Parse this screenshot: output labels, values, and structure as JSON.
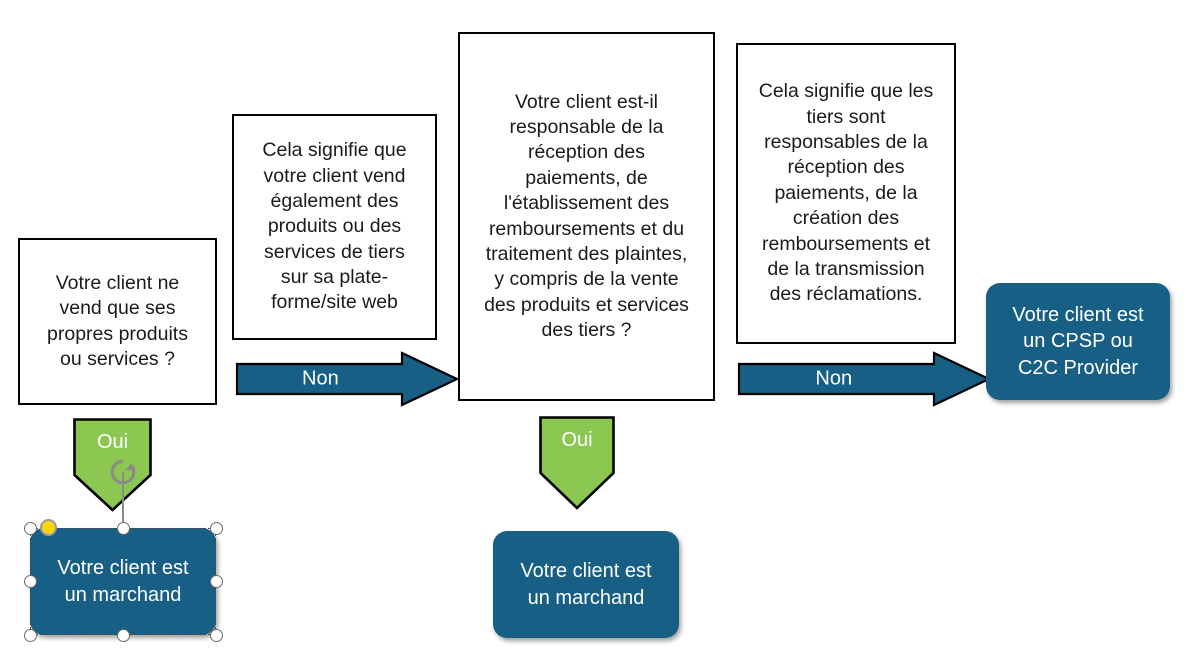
{
  "diagram": {
    "title": "Arbre de decision client - marchand / CPSP",
    "colors": {
      "teal": "#175f84",
      "green": "#8cc751",
      "outline": "#000000",
      "text_dark": "#1b1b1b",
      "text_light": "#ffffff",
      "handle_yellow": "#ffd60a",
      "handle_white": "#ffffff",
      "handle_outline": "#6b6b6b"
    },
    "nodes": [
      {
        "id": "q1",
        "kind": "question-box",
        "text": "Votre client ne\nvend que ses\npropres produits\nou services ?"
      },
      {
        "id": "note1",
        "kind": "note-box",
        "text": "Cela signifie que\nvotre client vend\négalement des\nproduits ou des\nservices de tiers\nsur sa plate-\nforme/site web"
      },
      {
        "id": "q2",
        "kind": "question-box",
        "text": "Votre client est-il\nresponsable de la\nréception des\npaiements, de\nl'établissement des\nremboursements et du\ntraitement des plaintes,\ny compris de la vente\ndes produits et services\ndes tiers ?"
      },
      {
        "id": "note2",
        "kind": "note-box",
        "text": "Cela signifie que les\ntiers sont\nresponsables de la\nréception des\npaiements, de la\ncréation des\nremboursements et\nde la transmission\ndes réclamations."
      },
      {
        "id": "result-merchant-1",
        "kind": "result-box",
        "text": "Votre client est\nun marchand",
        "selected": true
      },
      {
        "id": "result-merchant-2",
        "kind": "result-box",
        "text": "Votre client est\nun marchand",
        "selected": false
      },
      {
        "id": "result-cpsp",
        "kind": "result-box",
        "text": "Votre client est\nun CPSP ou\nC2C Provider",
        "selected": false
      }
    ],
    "connectors": [
      {
        "id": "arrow-non-1",
        "kind": "arrow-right",
        "label": "Non",
        "from": "q1",
        "to": "q2"
      },
      {
        "id": "arrow-non-2",
        "kind": "arrow-right",
        "label": "Non",
        "from": "q2",
        "to": "result-cpsp"
      },
      {
        "id": "arrow-oui-1",
        "kind": "arrow-down",
        "label": "Oui",
        "from": "q1",
        "to": "result-merchant-1"
      },
      {
        "id": "arrow-oui-2",
        "kind": "arrow-down",
        "label": "Oui",
        "from": "q2",
        "to": "result-merchant-2"
      }
    ],
    "selection": {
      "target": "result-merchant-1",
      "handle_count": 8,
      "has_rotation_handle": true,
      "has_adjustment_handle": true
    }
  }
}
